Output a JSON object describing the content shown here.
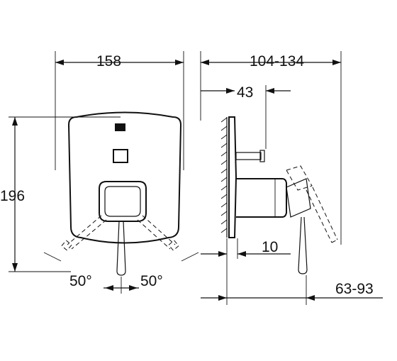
{
  "dimensions": {
    "front_width": "158",
    "front_height": "196",
    "angle_left": "50°",
    "angle_right": "50°",
    "side_projection": "104-134",
    "side_offset": "43",
    "side_wall_gap": "10",
    "side_lever_range": "63-93"
  }
}
